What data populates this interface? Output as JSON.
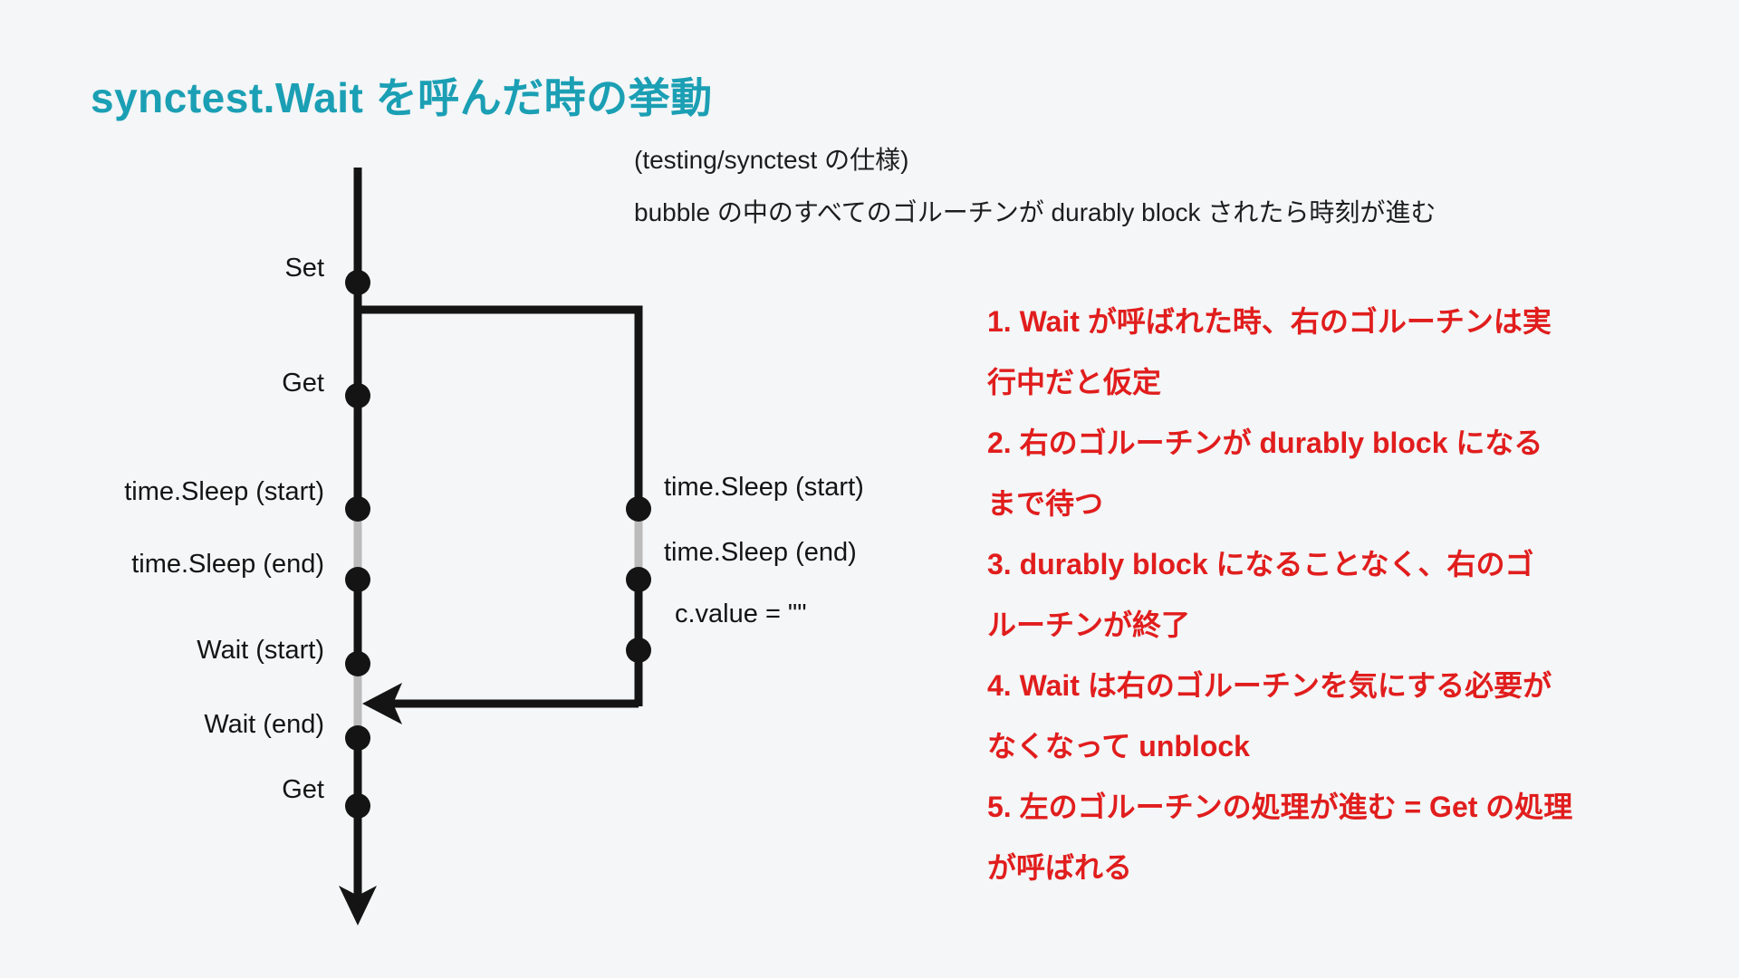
{
  "title": {
    "text": "synctest.Wait を呼んだ時の挙動",
    "color": "#1b9fb4"
  },
  "subtitle": {
    "line1": "(testing/synctest の仕様)",
    "line2": "bubble の中のすべてのゴルーチンが durably block されたら時刻が進む"
  },
  "diagram": {
    "line_color": "#141414",
    "blocked_segment_color": "#bbbbbb",
    "left_goroutine_events": [
      "Set",
      "Get",
      "time.Sleep (start)",
      "time.Sleep (end)",
      "Wait (start)",
      "Wait (end)",
      "Get"
    ],
    "right_goroutine_events": [
      "time.Sleep (start)",
      "time.Sleep (end)",
      "c.value = \"\""
    ]
  },
  "notes": {
    "color": "#e11d1d",
    "items": [
      {
        "line1": "1. Wait が呼ばれた時、右のゴルーチンは実",
        "line2": "行中だと仮定"
      },
      {
        "line1": "2. 右のゴルーチンが durably block になる",
        "line2": "まで待つ"
      },
      {
        "line1": "3. durably block になることなく、右のゴ",
        "line2": "ルーチンが終了"
      },
      {
        "line1": "4. Wait は右のゴルーチンを気にする必要が",
        "line2": "なくなって unblock"
      },
      {
        "line1": "5. 左のゴルーチンの処理が進む = Get の処理",
        "line2": "が呼ばれる"
      }
    ]
  }
}
